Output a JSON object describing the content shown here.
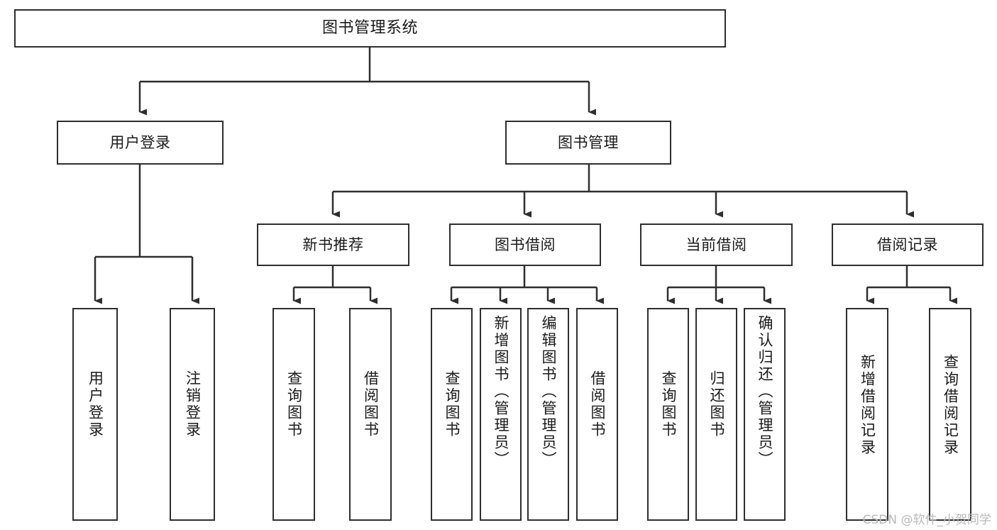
{
  "diagram": {
    "type": "tree-flowchart",
    "title": "图书管理系统",
    "watermark": "CSDN @软件_小贺同学",
    "colors": {
      "stroke": "#2e2e2e",
      "fill": "#ffffff",
      "text": "#1a1a1a",
      "watermark": "#b9b9b9"
    },
    "nodes": {
      "root": {
        "label": "图书管理系统"
      },
      "level2": [
        {
          "id": "user-login",
          "label": "用户登录"
        },
        {
          "id": "book-manage",
          "label": "图书管理"
        }
      ],
      "level3": [
        {
          "id": "new-book-recommend",
          "label": "新书推荐"
        },
        {
          "id": "book-borrow",
          "label": "图书借阅"
        },
        {
          "id": "current-borrow",
          "label": "当前借阅"
        },
        {
          "id": "borrow-record",
          "label": "借阅记录"
        }
      ],
      "leaves": {
        "user-login": [
          {
            "id": "leaf-user-login",
            "label": "用户登录"
          },
          {
            "id": "leaf-logout-login",
            "label": "注销登录"
          }
        ],
        "new-book-recommend": [
          {
            "id": "leaf-query-book-1",
            "label": "查询图书"
          },
          {
            "id": "leaf-borrow-book-1",
            "label": "借阅图书"
          }
        ],
        "book-borrow": [
          {
            "id": "leaf-query-book-2",
            "label": "查询图书"
          },
          {
            "id": "leaf-add-book",
            "label": "新增图书（管理员）"
          },
          {
            "id": "leaf-edit-book",
            "label": "编辑图书（管理员）"
          },
          {
            "id": "leaf-borrow-book-2",
            "label": "借阅图书"
          }
        ],
        "current-borrow": [
          {
            "id": "leaf-query-book-3",
            "label": "查询图书"
          },
          {
            "id": "leaf-return-book",
            "label": "归还图书"
          },
          {
            "id": "leaf-confirm-return",
            "label": "确认归还（管理员）"
          }
        ],
        "borrow-record": [
          {
            "id": "leaf-add-record",
            "label": "新增借阅记录"
          },
          {
            "id": "leaf-query-record",
            "label": "查询借阅记录"
          }
        ]
      }
    },
    "edges": [
      {
        "from": "root",
        "to": "user-login"
      },
      {
        "from": "root",
        "to": "book-manage"
      },
      {
        "from": "book-manage",
        "to": "new-book-recommend"
      },
      {
        "from": "book-manage",
        "to": "book-borrow"
      },
      {
        "from": "book-manage",
        "to": "current-borrow"
      },
      {
        "from": "book-manage",
        "to": "borrow-record"
      },
      {
        "from": "user-login",
        "to": "leaf-user-login"
      },
      {
        "from": "user-login",
        "to": "leaf-logout-login"
      },
      {
        "from": "new-book-recommend",
        "to": "leaf-query-book-1"
      },
      {
        "from": "new-book-recommend",
        "to": "leaf-borrow-book-1"
      },
      {
        "from": "book-borrow",
        "to": "leaf-query-book-2"
      },
      {
        "from": "book-borrow",
        "to": "leaf-add-book"
      },
      {
        "from": "book-borrow",
        "to": "leaf-edit-book"
      },
      {
        "from": "book-borrow",
        "to": "leaf-borrow-book-2"
      },
      {
        "from": "current-borrow",
        "to": "leaf-query-book-3"
      },
      {
        "from": "current-borrow",
        "to": "leaf-return-book"
      },
      {
        "from": "current-borrow",
        "to": "leaf-confirm-return"
      },
      {
        "from": "borrow-record",
        "to": "leaf-add-record"
      },
      {
        "from": "borrow-record",
        "to": "leaf-query-record"
      }
    ]
  }
}
